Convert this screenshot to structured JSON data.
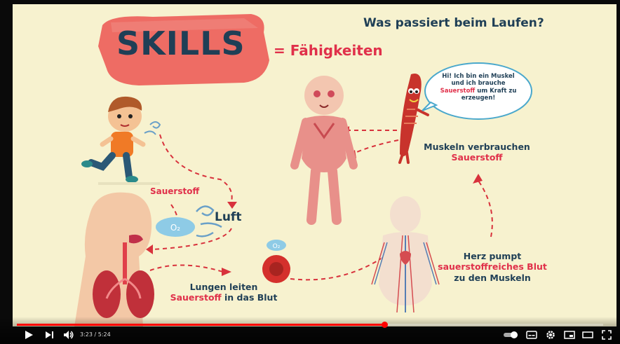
{
  "slide": {
    "question": "Was passiert beim Laufen?",
    "skills_word": "SKILLS",
    "skills_def": "= Fähigkeiten",
    "speech_l1": "Hi! Ich bin ein Muskel",
    "speech_l2": "und ich brauche",
    "speech_oxygen": "Sauerstoff",
    "speech_l3_rest": " um Kraft zu",
    "speech_l4": "erzeugen!",
    "muscles_l1": "Muskeln verbrauchen",
    "muscles_l2": "Sauerstoff",
    "oxygen_label": "Sauerstoff",
    "air_label": "Luft",
    "lungs_l1": "Lungen leiten",
    "lungs_oxygen": "Sauerstoff",
    "lungs_rest": " in das Blut",
    "heart_l1": "Herz pumpt",
    "heart_l2": "sauerstoffreiches Blut",
    "heart_l3": "zu den Muskeln"
  },
  "player": {
    "time_current": "3:23",
    "time_separator": " / ",
    "time_total": "5:24",
    "progress": 0.627,
    "accent_color": "#ff0000",
    "icons": [
      "play-icon",
      "next-icon",
      "volume-icon",
      "autoplay-toggle-icon",
      "subtitles-icon",
      "settings-icon",
      "miniplayer-icon",
      "theater-icon",
      "fullscreen-icon"
    ]
  }
}
